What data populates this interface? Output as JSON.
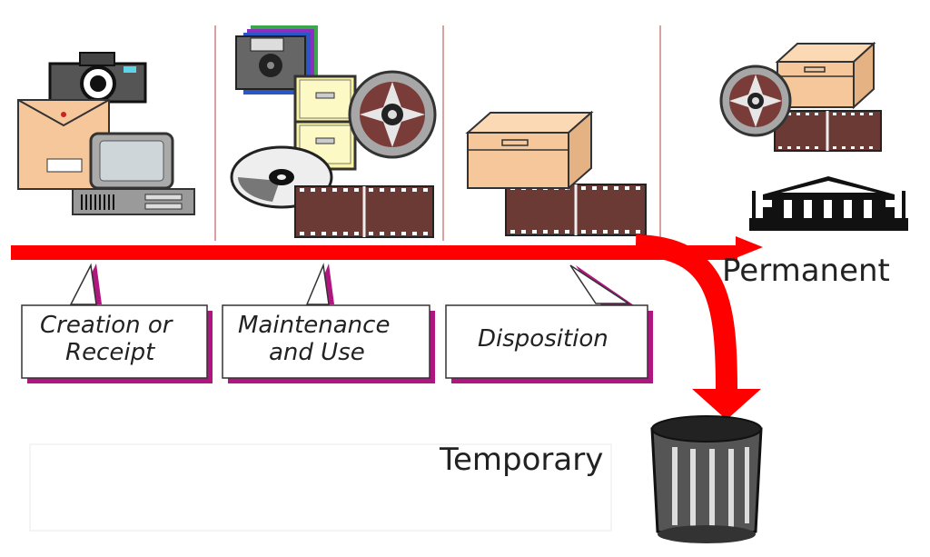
{
  "stages": [
    {
      "line1": "Creation or",
      "line2": "Receipt"
    },
    {
      "line1": "Maintenance",
      "line2": "and Use"
    },
    {
      "line1": "Disposition",
      "line2": ""
    }
  ],
  "outcomes": {
    "permanent": "Permanent",
    "temporary": "Temporary"
  },
  "colors": {
    "arrow": "#ff0000",
    "callout_shadow": "#b0167f",
    "divider": "#d9a0a0",
    "film": "#6b3a35",
    "box": "#f5c79b"
  },
  "icons": [
    "camera-icon",
    "envelope-icon",
    "computer-icon",
    "floppy-disks-icon",
    "file-cabinet-icon",
    "film-reel-icon",
    "compact-disc-icon",
    "film-strip-icon",
    "storage-box-icon",
    "archives-building-icon",
    "trash-can-icon"
  ]
}
